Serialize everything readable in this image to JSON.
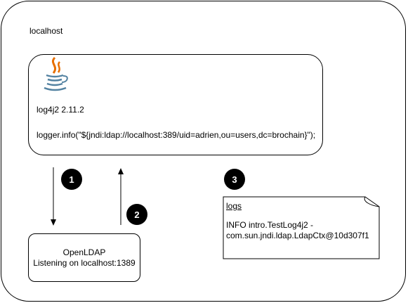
{
  "host": {
    "label": "localhost"
  },
  "app": {
    "icon": "java-icon",
    "version": "log4j2 2.11.2",
    "code": "logger.info(\"${jndi:ldap://localhost:389/uid=adrien,ou=users,dc=brochain}\");"
  },
  "ldap": {
    "name": "OpenLDAP",
    "status": "Listening on localhost:1389"
  },
  "steps": [
    "1",
    "2",
    "3"
  ],
  "logs": {
    "title": "logs",
    "line1": "INFO  intro.TestLog4j2 -",
    "line2": "com.sun.jndi.ldap.LdapCtx@10d307f1"
  },
  "colors": {
    "java_orange": "#e76f00",
    "java_blue": "#5382a1"
  }
}
